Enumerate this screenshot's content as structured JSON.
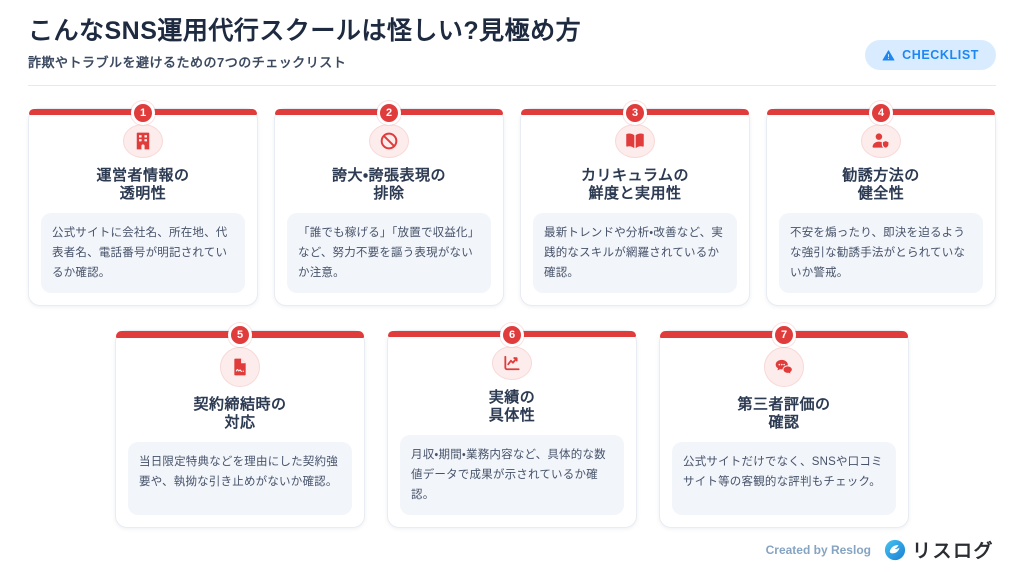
{
  "header": {
    "title": "こんなSNS運用代行スクールは怪しい?見極め方",
    "subtitle": "詐欺やトラブルを避けるための7つのチェックリスト",
    "badge_label": "CHECKLIST",
    "badge_icon": "warning-triangle-icon"
  },
  "cards": [
    {
      "number": "1",
      "icon": "building-icon",
      "title_line1": "運営者情報の",
      "title_line2": "透明性",
      "description": "公式サイトに会社名、所在地、代表者名、電話番号が明記されているか確認。"
    },
    {
      "number": "2",
      "icon": "ban-icon",
      "title_line1": "誇大・誇張表現の",
      "title_line2": "排除",
      "description": "「誰でも稼げる」「放置で収益化」など、努力不要を謳う表現がないか注意。"
    },
    {
      "number": "3",
      "icon": "book-open-icon",
      "title_line1": "カリキュラムの",
      "title_line2": "鮮度と実用性",
      "description": "最新トレンドや分析・改善など、実践的なスキルが網羅されているか確認。"
    },
    {
      "number": "4",
      "icon": "user-shield-icon",
      "title_line1": "勧誘方法の",
      "title_line2": "健全性",
      "description": "不安を煽ったり、即決を迫るような強引な勧誘手法がとられていないか警戒。"
    },
    {
      "number": "5",
      "icon": "file-signature-icon",
      "title_line1": "契約締結時の",
      "title_line2": "対応",
      "description": "当日限定特典などを理由にした契約強要や、執拗な引き止めがないか確認。"
    },
    {
      "number": "6",
      "icon": "chart-line-icon",
      "title_line1": "実績の",
      "title_line2": "具体性",
      "description": "月収・期間・業務内容など、具体的な数値データで成果が示されているか確認。"
    },
    {
      "number": "7",
      "icon": "comments-icon",
      "title_line1": "第三者評価の",
      "title_line2": "確認",
      "description": "公式サイトだけでなく、SNSや口コミサイト等の客観的な評判もチェック。"
    }
  ],
  "footer": {
    "credit": "Created by Reslog",
    "brand": "リスログ"
  },
  "colors": {
    "accent_red": "#e03c3c",
    "badge_blue": "#1d87f2",
    "badge_bg": "#d9ecff",
    "desc_bg": "#f2f5fa",
    "logo_blue_light": "#45c4f0",
    "logo_blue_dark": "#1b7fd4"
  }
}
